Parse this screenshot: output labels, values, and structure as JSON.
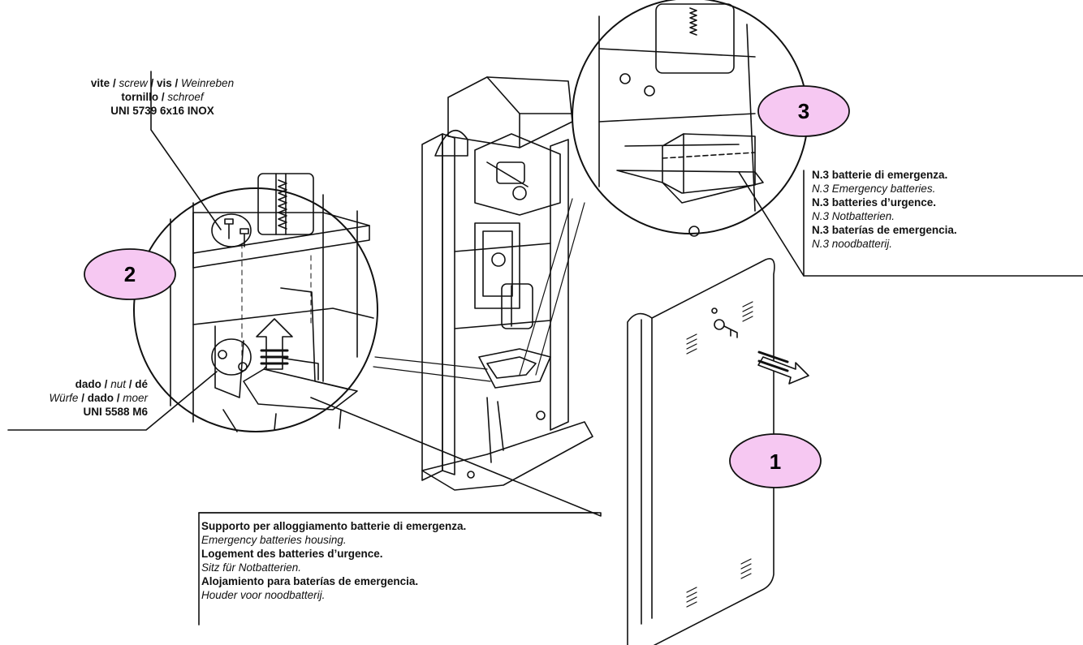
{
  "callouts": {
    "one": "1",
    "two": "2",
    "three": "3"
  },
  "screw_label": {
    "it": "vite",
    "en": "screw",
    "fr": "vis",
    "de": "Weinreben",
    "es": "tornillo",
    "nl": "schroef",
    "spec": "UNI 5739 6x16 INOX",
    "sep": " / "
  },
  "nut_label": {
    "it": "dado",
    "en": "nut",
    "fr": "dé",
    "de": "Würfe",
    "es": "dado",
    "nl": "moer",
    "spec": "UNI 5588 M6",
    "sep": " / "
  },
  "batteries_label": {
    "it": "N.3 batterie di emergenza.",
    "en": "N.3 Emergency batteries.",
    "fr": "N.3 batteries d’urgence.",
    "de": "N.3 Notbatterien.",
    "es": "N.3 baterías de emergencia.",
    "nl": "N.3 noodbatterij."
  },
  "housing_label": {
    "it": "Supporto per alloggiamento batterie di emergenza.",
    "en": "Emergency batteries housing.",
    "fr": "Logement des batteries d’urgence.",
    "de": "Sitz für Notbatterien.",
    "es": "Alojamiento para baterías de emergencia.",
    "nl": "Houder voor noodbatterij."
  },
  "colors": {
    "callout_fill": "#f6c8f2",
    "line": "#111111"
  }
}
